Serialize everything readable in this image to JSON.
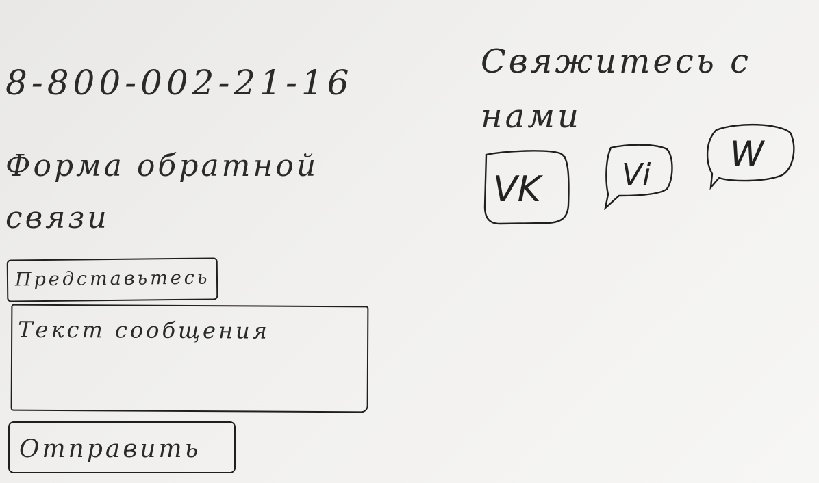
{
  "contact": {
    "phone": "8-800-002-21-16",
    "title": "Свяжитесь с нами"
  },
  "feedback_form": {
    "title": "Форма обратной связи",
    "name_placeholder": "Представьтесь",
    "message_placeholder": "Текст сообщения",
    "submit_label": "Отправить"
  },
  "socials": [
    {
      "name": "vk",
      "icon": "vk-icon",
      "label": "VK"
    },
    {
      "name": "viber",
      "icon": "viber-icon",
      "label": "Vi"
    },
    {
      "name": "whatsapp",
      "icon": "whatsapp-icon",
      "label": "W"
    }
  ],
  "colors": {
    "ink": "#262626",
    "paper": "#f1f0ee"
  }
}
